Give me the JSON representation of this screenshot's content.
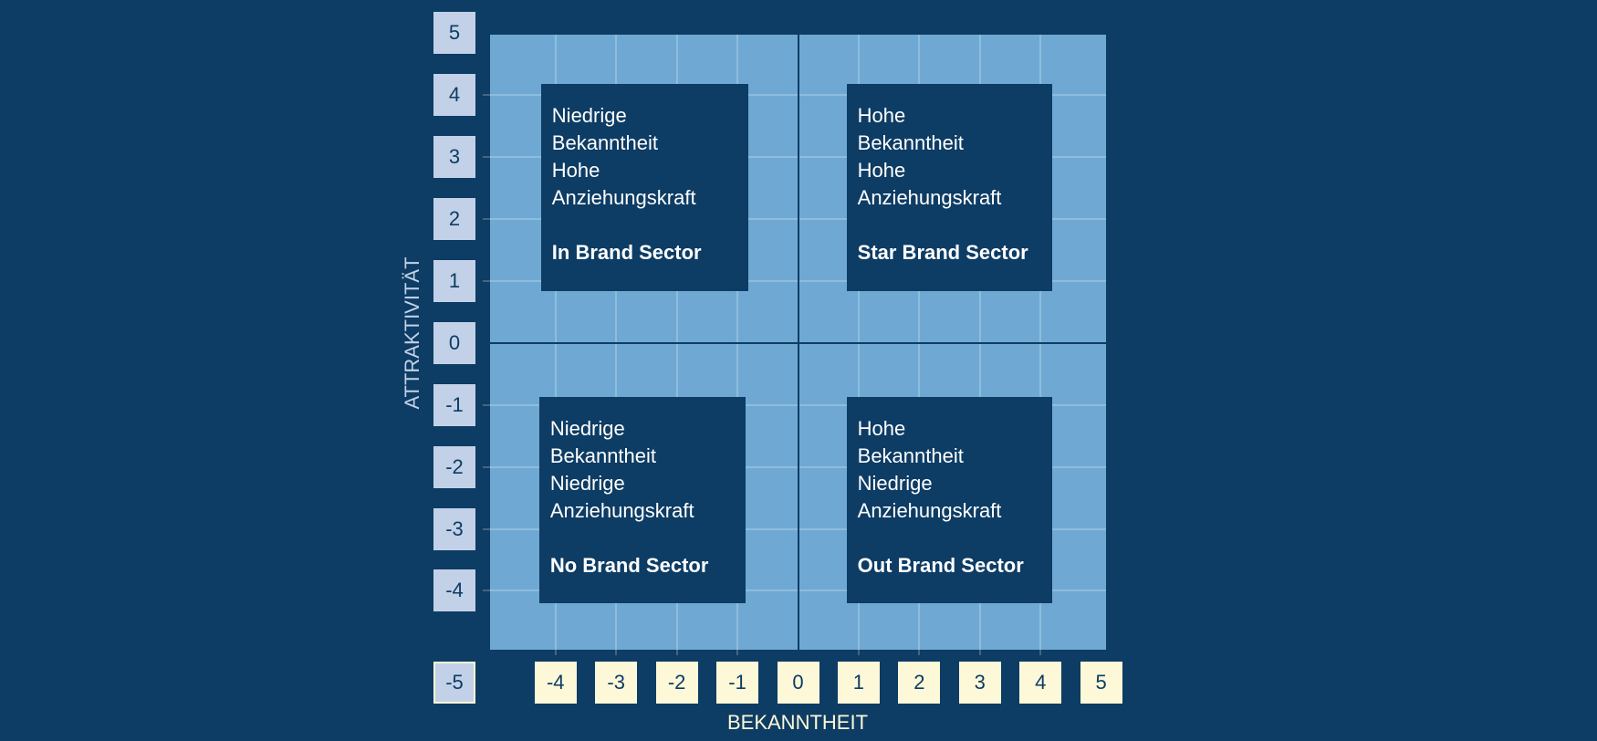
{
  "chart_data": {
    "type": "scatter",
    "title": "",
    "xlabel": "BEKANNTHEIT",
    "ylabel": "ATTRAKTIVITÄT",
    "xlim": [
      -5.08,
      5.08
    ],
    "ylim": [
      -4.95,
      4.97
    ],
    "x_ticks": [
      "-4",
      "-3",
      "-2",
      "-1",
      "0",
      "1",
      "2",
      "3",
      "4",
      "5"
    ],
    "y_ticks": [
      "5",
      "4",
      "3",
      "2",
      "1",
      "0",
      "-1",
      "-2",
      "-3",
      "-4",
      "-5"
    ],
    "grid": true,
    "quadrants": [
      {
        "lines": [
          "Niedrige",
          "Bekanntheit",
          "Hohe",
          "Anziehungskraft"
        ],
        "title": "In Brand Sector",
        "x": [
          -4.24,
          -0.82
        ],
        "y": [
          0.84,
          4.18
        ]
      },
      {
        "lines": [
          "Hohe",
          "Bekanntheit",
          "Hohe",
          "Anziehungskraft"
        ],
        "title": "Star Brand Sector",
        "x": [
          0.8,
          4.19
        ],
        "y": [
          0.84,
          4.18
        ]
      },
      {
        "lines": [
          "Niedrige",
          "Bekanntheit",
          "Niedrige",
          "Anziehungskraft"
        ],
        "title": "No Brand Sector",
        "x": [
          -4.27,
          -0.86
        ],
        "y": [
          -4.2,
          -0.87
        ]
      },
      {
        "lines": [
          "Hohe",
          "Bekanntheit",
          "Niedrige",
          "Anziehungskraft"
        ],
        "title": "Out Brand Sector",
        "x": [
          0.8,
          4.19
        ],
        "y": [
          -4.2,
          -0.87
        ]
      }
    ]
  },
  "colors": {
    "background": "#0d3c64",
    "plot": "#6fa9d3",
    "ytick_box": "#c2d1e7",
    "xtick_box": "#fdf8d8"
  }
}
